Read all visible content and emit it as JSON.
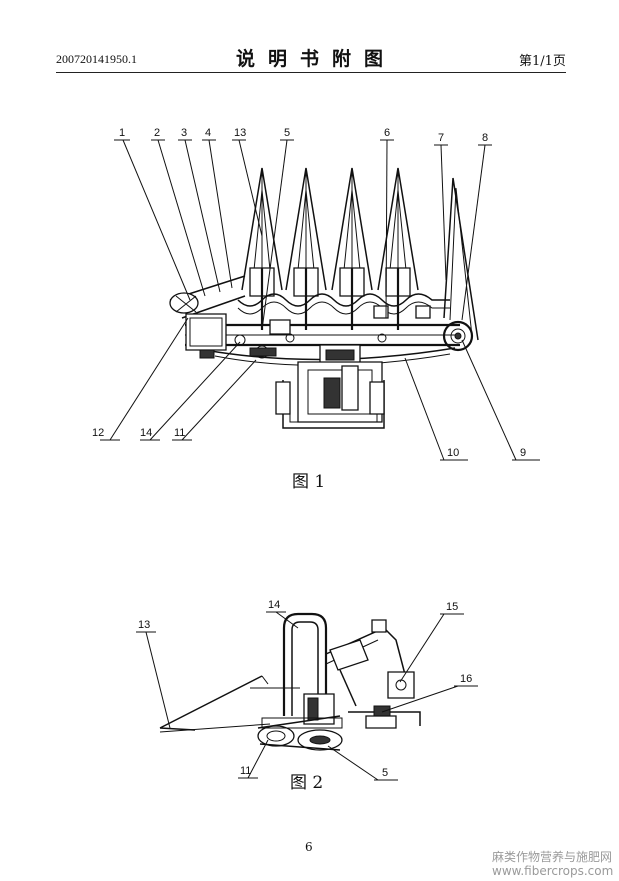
{
  "header": {
    "doc_number": "200720141950.1",
    "title": "说明书附图",
    "page_label": "第1/1页"
  },
  "figure1": {
    "caption": "图 1",
    "callouts": [
      "1",
      "2",
      "3",
      "4",
      "13",
      "5",
      "6",
      "7",
      "8",
      "12",
      "14",
      "11",
      "10",
      "9"
    ]
  },
  "figure2": {
    "caption": "图 2",
    "callouts": [
      "13",
      "14",
      "15",
      "16",
      "11",
      "5"
    ]
  },
  "footer": {
    "page_number": "6",
    "watermark_line1": "麻类作物营养与施肥网",
    "watermark_line2": "www.fibercrops.com"
  }
}
